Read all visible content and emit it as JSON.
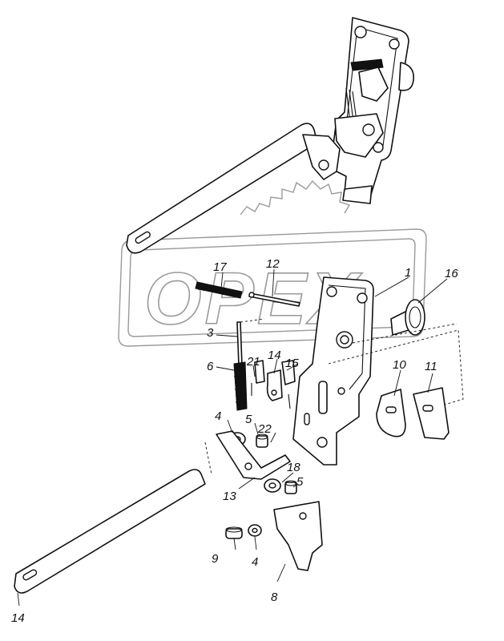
{
  "watermark": {
    "text": "OPEX"
  },
  "callouts": {
    "c1": "1",
    "c16": "16",
    "c17": "17",
    "c12": "12",
    "c3": "3",
    "c6": "6",
    "c21": "21",
    "c14a": "14",
    "c15": "15",
    "c4a": "4",
    "c5a": "5",
    "c22": "22",
    "c10": "10",
    "c11": "11",
    "c13": "13",
    "c18": "18",
    "c5b": "5",
    "c9": "9",
    "c4b": "4",
    "c8": "8",
    "c14b": "14"
  }
}
